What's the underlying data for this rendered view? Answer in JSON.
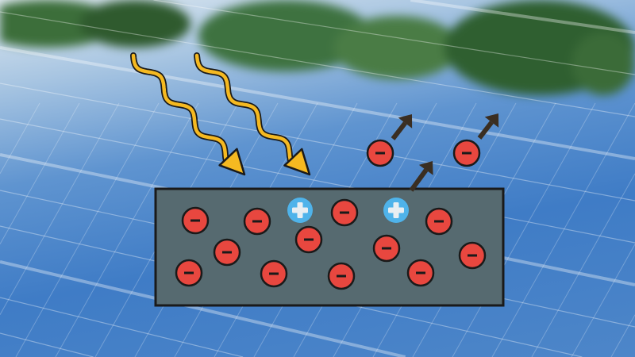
{
  "diagram": {
    "colors": {
      "electron": "#e8473f",
      "hole": "#4fb3ea",
      "semiconductor": "#566a70",
      "light": "#f5b921",
      "arrow": "#3a2e22",
      "outline": "#1a1a1a"
    },
    "icons": {
      "electron": "minus-icon",
      "hole": "plus-icon",
      "light": "wavy-arrow-icon",
      "emission": "arrow-up-right-icon"
    },
    "electrons_in_material": 12,
    "holes_in_material": 2,
    "emitted_electrons": 2,
    "light_rays": 2
  }
}
